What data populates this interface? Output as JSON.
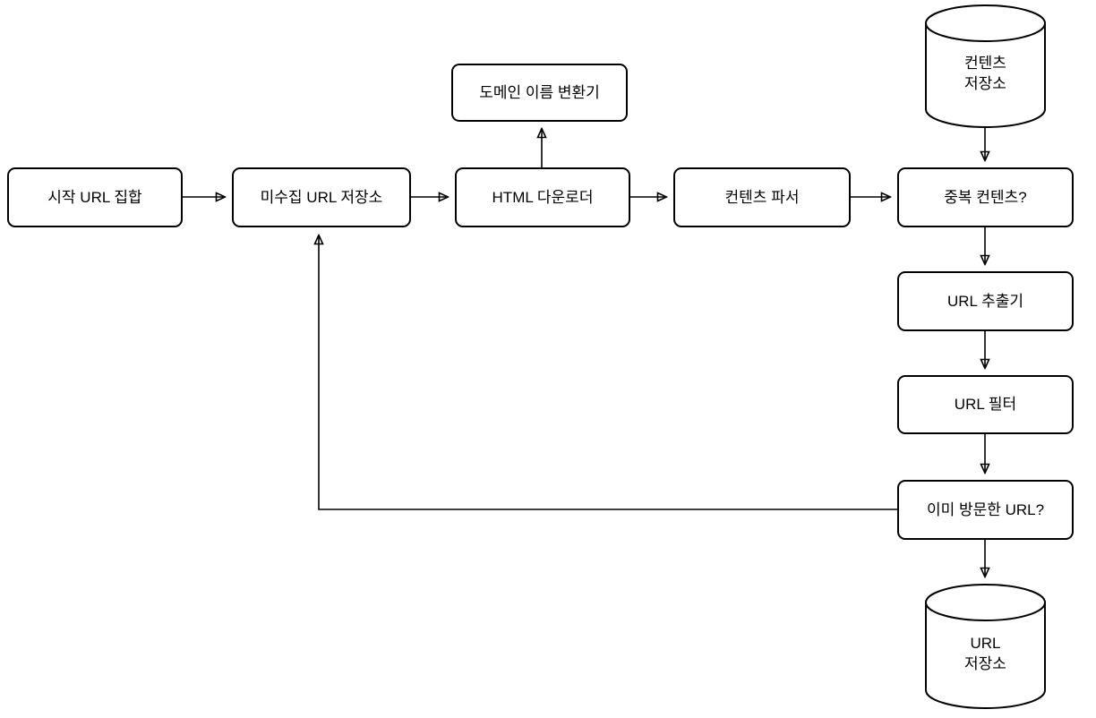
{
  "diagram": {
    "type": "flowchart",
    "colors": {
      "background": "#ffffff",
      "node_fill": "#ffffff",
      "node_stroke": "#000000",
      "arrow": "#000000",
      "text": "#000000"
    },
    "nodes": {
      "seed_urls": {
        "label": "시작 URL 집합",
        "shape": "rounded-rect"
      },
      "url_frontier": {
        "label": "미수집 URL 저장소",
        "shape": "rounded-rect"
      },
      "html_downloader": {
        "label": "HTML 다운로더",
        "shape": "rounded-rect"
      },
      "dns_resolver": {
        "label": "도메인 이름 변환기",
        "shape": "rounded-rect"
      },
      "content_parser": {
        "label": "컨텐츠 파서",
        "shape": "rounded-rect"
      },
      "dup_content": {
        "label": "중복 컨텐츠?",
        "shape": "rounded-rect"
      },
      "content_storage": {
        "label_line1": "컨텐츠",
        "label_line2": "저장소",
        "shape": "cylinder"
      },
      "url_extractor": {
        "label": "URL 추출기",
        "shape": "rounded-rect"
      },
      "url_filter": {
        "label": "URL 필터",
        "shape": "rounded-rect"
      },
      "visited_url": {
        "label": "이미 방문한 URL?",
        "shape": "rounded-rect"
      },
      "url_storage": {
        "label_line1": "URL",
        "label_line2": "저장소",
        "shape": "cylinder"
      }
    },
    "edges": [
      {
        "from": "seed_urls",
        "to": "url_frontier"
      },
      {
        "from": "url_frontier",
        "to": "html_downloader"
      },
      {
        "from": "html_downloader",
        "to": "dns_resolver"
      },
      {
        "from": "html_downloader",
        "to": "content_parser"
      },
      {
        "from": "content_parser",
        "to": "dup_content"
      },
      {
        "from": "content_storage",
        "to": "dup_content"
      },
      {
        "from": "dup_content",
        "to": "url_extractor"
      },
      {
        "from": "url_extractor",
        "to": "url_filter"
      },
      {
        "from": "url_filter",
        "to": "visited_url"
      },
      {
        "from": "visited_url",
        "to": "url_storage"
      },
      {
        "from": "visited_url",
        "to": "url_frontier"
      }
    ]
  }
}
